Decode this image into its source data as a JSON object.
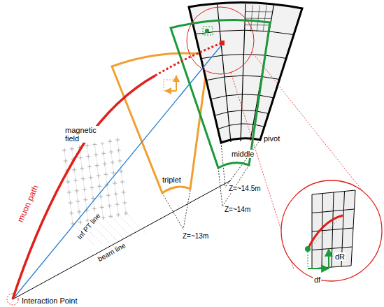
{
  "diagram": {
    "labels": [
      "muon path",
      "magnetic field",
      "triplet",
      "middle",
      "pivot",
      "Inf PT line",
      "beam line",
      "Z=~13m",
      "Z=~14m",
      "Z=~14.5m",
      "Interaction Point",
      "dR",
      "df"
    ]
  }
}
